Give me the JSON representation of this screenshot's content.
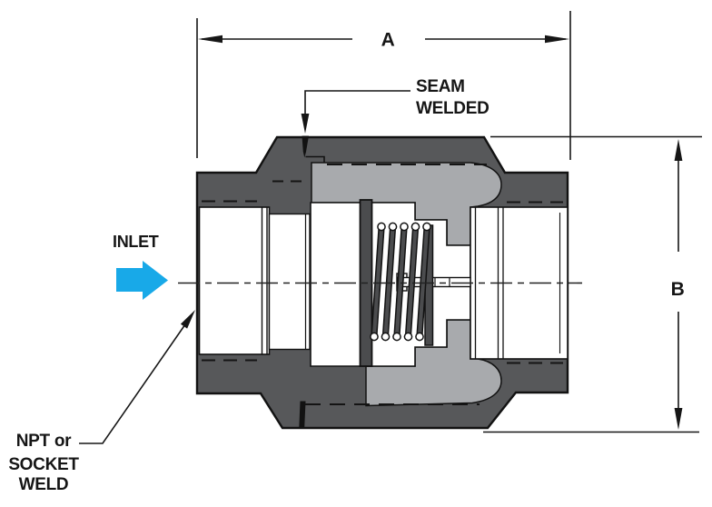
{
  "diagram": {
    "dimensions": {
      "a": "A",
      "b": "B"
    },
    "callouts": {
      "seam": {
        "line1": "SEAM",
        "line2": "WELDED"
      },
      "inlet": {
        "label": "INLET"
      },
      "connection": {
        "line1": "NPT or",
        "line2": "SOCKET",
        "line3": "WELD"
      }
    },
    "colors": {
      "body_dark_gray": "#57585a",
      "body_light_gray": "#a8aaad",
      "internals_dark": "#4b4c4e",
      "inlet_arrow_blue": "#18a9e8",
      "line_black": "#161616",
      "background": "#ffffff"
    },
    "icons": {
      "inlet_flow_arrow": "right-arrow",
      "dimension_arrows": "double-ended-arrows",
      "leader_arrows": "pointer-arrowheads"
    }
  }
}
